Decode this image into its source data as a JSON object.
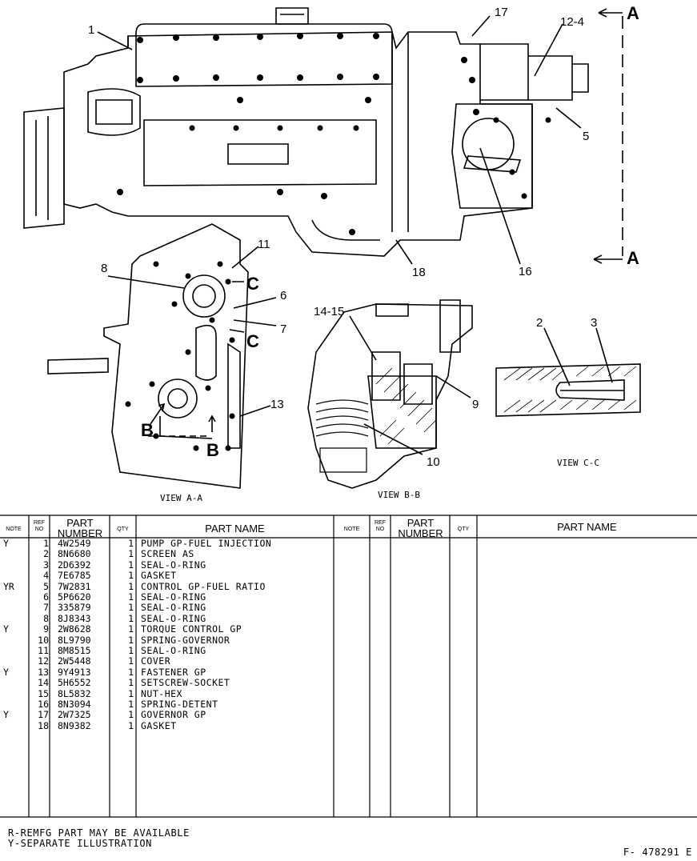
{
  "callouts": {
    "c1": "1",
    "c17": "17",
    "c12_4": "12-4",
    "cA_top": "A",
    "c5": "5",
    "c18": "18",
    "c16": "16",
    "cA_bot": "A",
    "c11": "11",
    "c8": "8",
    "c6": "6",
    "c7": "7",
    "cC1": "C",
    "cC2": "C",
    "c13": "13",
    "cB1": "B",
    "cB2": "B",
    "c14_15": "14-15",
    "c9": "9",
    "c10": "10",
    "c2": "2",
    "c3": "3"
  },
  "captions": {
    "view_aa": "VIEW A-A",
    "view_bb": "VIEW B-B",
    "view_cc": "VIEW C-C"
  },
  "table": {
    "headers": {
      "note": "NOTE",
      "ref": "REF NO",
      "part_number": "PART NUMBER",
      "qty": "QTY",
      "part_name": "PART NAME"
    },
    "rows": [
      {
        "note": "Y",
        "ref": "1",
        "part": "4W2549",
        "qty": "1",
        "name": "PUMP GP-FUEL INJECTION"
      },
      {
        "note": "",
        "ref": "2",
        "part": "8N6680",
        "qty": "1",
        "name": "SCREEN AS"
      },
      {
        "note": "",
        "ref": "3",
        "part": "2D6392",
        "qty": "1",
        "name": "SEAL-O-RING"
      },
      {
        "note": "",
        "ref": "4",
        "part": "7E6785",
        "qty": "1",
        "name": "GASKET"
      },
      {
        "note": "YR",
        "ref": "5",
        "part": "7W2831",
        "qty": "1",
        "name": "CONTROL GP-FUEL RATIO"
      },
      {
        "note": "",
        "ref": "6",
        "part": "5P6620",
        "qty": "1",
        "name": "SEAL-O-RING"
      },
      {
        "note": "",
        "ref": "7",
        "part": "335879",
        "qty": "1",
        "name": "SEAL-O-RING"
      },
      {
        "note": "",
        "ref": "8",
        "part": "8J8343",
        "qty": "1",
        "name": "SEAL-O-RING"
      },
      {
        "note": "Y",
        "ref": "9",
        "part": "2W8628",
        "qty": "1",
        "name": "TORQUE CONTROL GP"
      },
      {
        "note": "",
        "ref": "10",
        "part": "8L9790",
        "qty": "1",
        "name": "SPRING-GOVERNOR"
      },
      {
        "note": "",
        "ref": "11",
        "part": "8M8515",
        "qty": "1",
        "name": "SEAL-O-RING"
      },
      {
        "note": "",
        "ref": "12",
        "part": "2W5448",
        "qty": "1",
        "name": "COVER"
      },
      {
        "note": "Y",
        "ref": "13",
        "part": "9Y4913",
        "qty": "1",
        "name": "FASTENER GP"
      },
      {
        "note": "",
        "ref": "14",
        "part": "5H6552",
        "qty": "1",
        "name": "SETSCREW-SOCKET"
      },
      {
        "note": "",
        "ref": "15",
        "part": "8L5832",
        "qty": "1",
        "name": "NUT-HEX"
      },
      {
        "note": "",
        "ref": "16",
        "part": "8N3094",
        "qty": "1",
        "name": "SPRING-DETENT"
      },
      {
        "note": "Y",
        "ref": "17",
        "part": "2W7325",
        "qty": "1",
        "name": "GOVERNOR GP"
      },
      {
        "note": "",
        "ref": "18",
        "part": "8N9382",
        "qty": "1",
        "name": "GASKET"
      }
    ]
  },
  "footnotes": {
    "line1": "R-REMFG PART MAY BE AVAILABLE",
    "line2": "Y-SEPARATE ILLUSTRATION"
  },
  "doc_id": "F- 478291 E"
}
